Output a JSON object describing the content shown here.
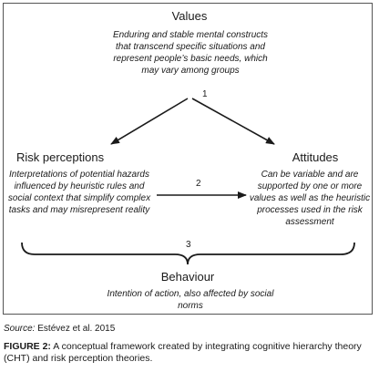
{
  "values": {
    "title": "Values",
    "description": "Enduring and stable mental constructs that transcend specific situations and represent people’s basic needs, which may vary among groups"
  },
  "risk_perceptions": {
    "title": "Risk perceptions",
    "description": "Interpretations of potential hazards influenced by heuristic rules and social context that simplify complex tasks and may misrepresent reality"
  },
  "attitudes": {
    "title": "Attitudes",
    "description": "Can be variable and are supported by one or more values as well as the heuristic processes used in the risk assessment"
  },
  "behaviour": {
    "title": "Behaviour",
    "description": "Intention of action, also affected by social norms"
  },
  "links": {
    "label_1": "1",
    "label_2": "2",
    "label_3": "3"
  },
  "source": {
    "label": "Source:",
    "text": "Estévez et al. 2015"
  },
  "caption": {
    "label": "FIGURE 2:",
    "text": "A conceptual framework created by integrating cognitive hierarchy theory (CHT) and risk perception theories."
  }
}
